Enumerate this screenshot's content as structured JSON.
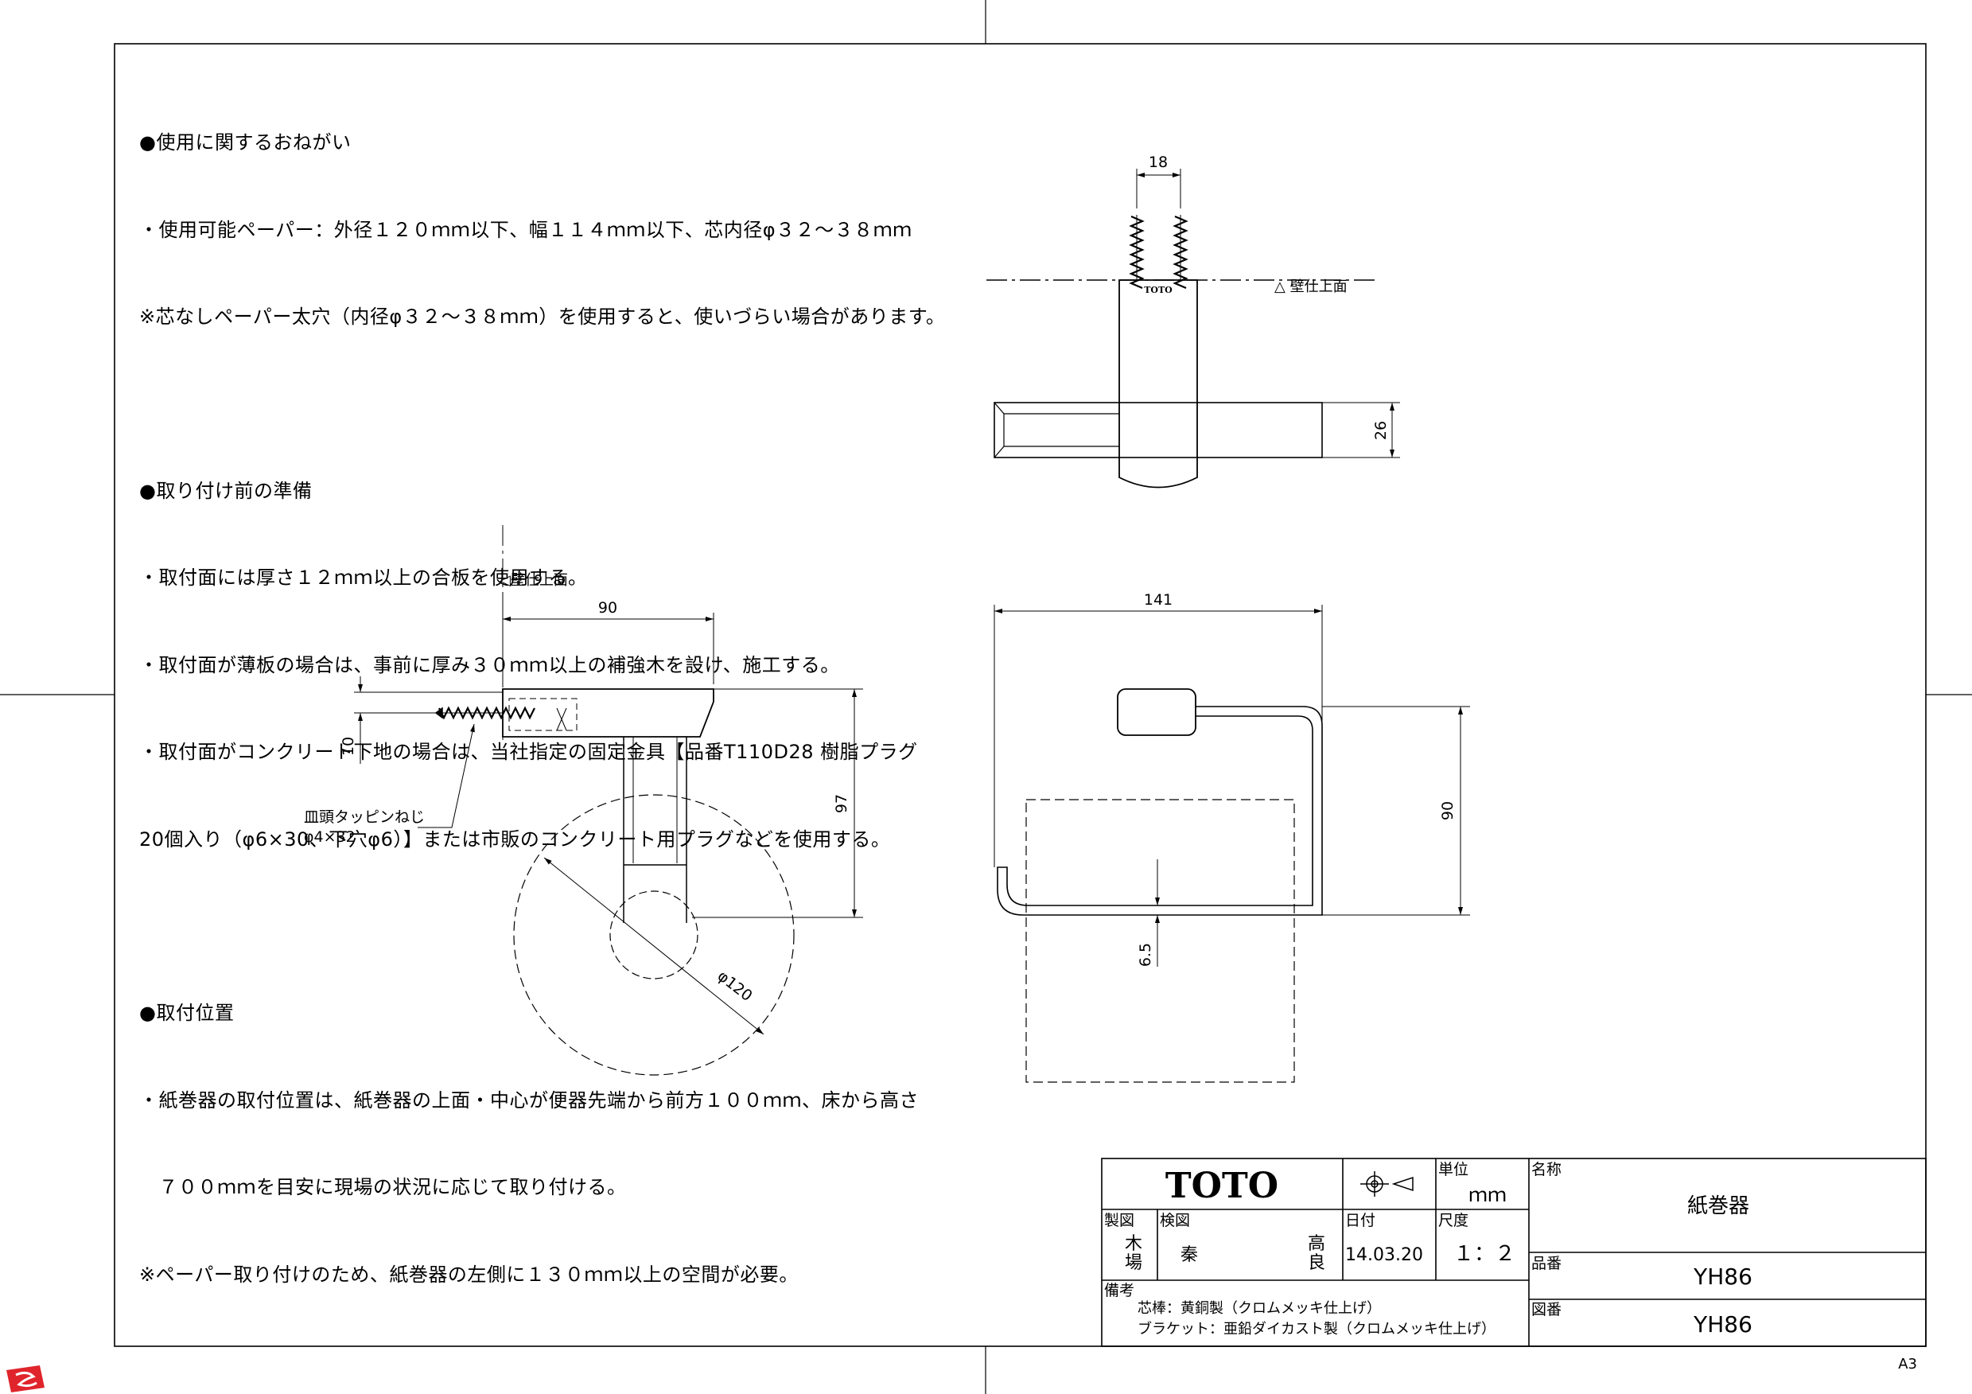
{
  "notes": {
    "usage": {
      "heading": "●使用に関するおねがい",
      "lines": [
        "・使用可能ペーパー：外径１２０ｍｍ以下、幅１１４ｍｍ以下、芯内径φ３２～３８ｍｍ",
        "※芯なしペーパー太穴（内径φ３２～３８ｍｍ）を使用すると、使いづらい場合があります。"
      ]
    },
    "preparation": {
      "heading": "●取り付け前の準備",
      "lines": [
        "・取付面には厚さ１２ｍｍ以上の合板を使用する。",
        "・取付面が薄板の場合は、事前に厚み３０ｍｍ以上の補強木を設け、施工する。",
        "・取付面がコンクリート下地の場合は、当社指定の固定金具【品番T110D28 樹脂プラグ",
        "20個入り（φ6×30、下穴φ6）】または市販のコンクリート用プラグなどを使用する。"
      ]
    },
    "position": {
      "heading": "●取付位置",
      "lines": [
        "・紙巻器の取付位置は、紙巻器の上面・中心が便器先端から前方１００ｍｍ、床から高さ",
        "　７００ｍｍを目安に現場の状況に応じて取り付ける。",
        "※ペーパー取り付けのため、紙巻器の左側に１３０ｍｍ以上の空間が必要。"
      ]
    }
  },
  "drawing": {
    "top_view": {
      "dim_screw_spacing": "18",
      "wall_label": "△ 壁仕上面",
      "logo_text": "TOTO",
      "dim_height": "26"
    },
    "side_view": {
      "wall_label": "◁壁仕上面",
      "dim_depth": "90",
      "dim_screw_offset": "10",
      "dim_height": "97",
      "screw_label_line1": "皿頭タッピンねじ",
      "screw_label_line2": "φ4×32",
      "dim_roll_diameter": "φ120"
    },
    "front_view": {
      "dim_width": "141",
      "dim_height": "90",
      "dim_gap": "6.5"
    }
  },
  "title_block": {
    "brand": "TOTO",
    "unit_label": "単位",
    "unit_value": "ｍｍ",
    "name_label": "名称",
    "name_value": "紙巻器",
    "drawn_label": "製図",
    "drawn_value_1": "木",
    "drawn_value_2": "場",
    "checked_label": "検図",
    "checked_value": "秦",
    "approved_value_1": "高",
    "approved_value_2": "良",
    "date_label": "日付",
    "date_value": "14.03.20",
    "scale_label": "尺度",
    "scale_value": "１：２",
    "part_label": "品番",
    "part_value": "YH86",
    "remarks_label": "備考",
    "remarks_line1": "芯棒：黄銅製（クロムメッキ仕上げ）",
    "remarks_line2": "ブラケット：亜鉛ダイカスト製（クロムメッキ仕上げ）",
    "drawing_no_label": "図番",
    "drawing_no_value": "YH86"
  },
  "sheet_size": "A3"
}
